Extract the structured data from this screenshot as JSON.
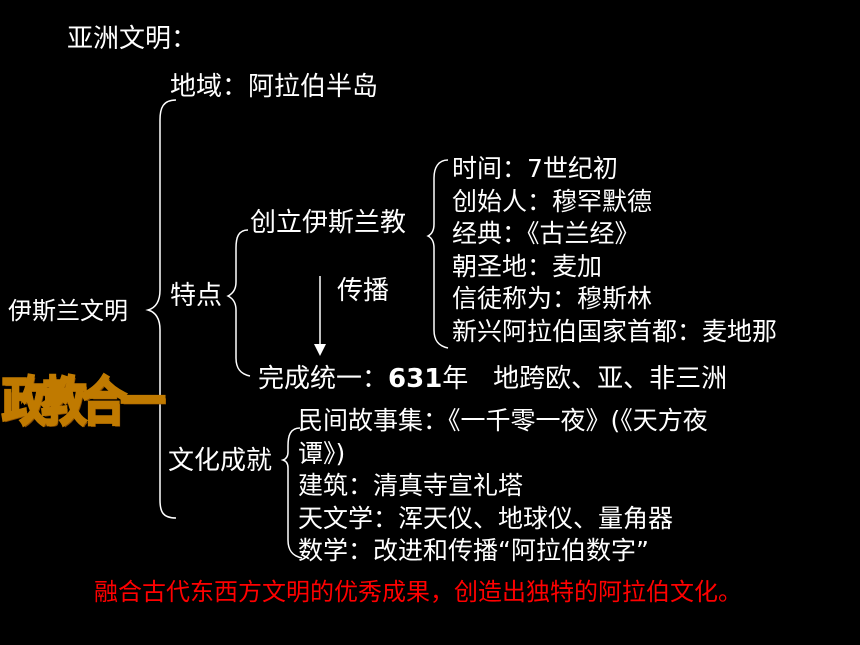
{
  "heading": "亚洲文明：",
  "root": "伊斯兰文明",
  "stamp": "政教合一",
  "region": "地域：阿拉伯半岛",
  "features": {
    "label": "特点",
    "founding": "创立伊斯兰教",
    "spread": "传播",
    "unification": {
      "prefix": "完成统一：",
      "year": "631",
      "suffix": "年   地跨欧、亚、非三洲"
    },
    "islam_details": [
      "时间：7世纪初",
      "创始人：穆罕默德",
      "经典：《古兰经》",
      "朝圣地：麦加",
      "信徒称为：穆斯林",
      "新兴阿拉伯国家首都：麦地那"
    ]
  },
  "culture": {
    "label": "文化成就",
    "items": [
      "民间故事集：《一千零一夜》(《天方夜",
      "谭》)",
      "建筑：清真寺宣礼塔",
      "天文学：浑天仪、地球仪、量角器",
      "数学：改进和传播“阿拉伯数字”"
    ]
  },
  "summary": "融合古代东西方文明的优秀成果，创造出独特的阿拉伯文化。",
  "colors": {
    "background": "#000000",
    "text": "#ffffff",
    "summary": "#ff0000",
    "stamp_fill": "#f4ecc2",
    "stamp_edge": "#c07a00"
  }
}
